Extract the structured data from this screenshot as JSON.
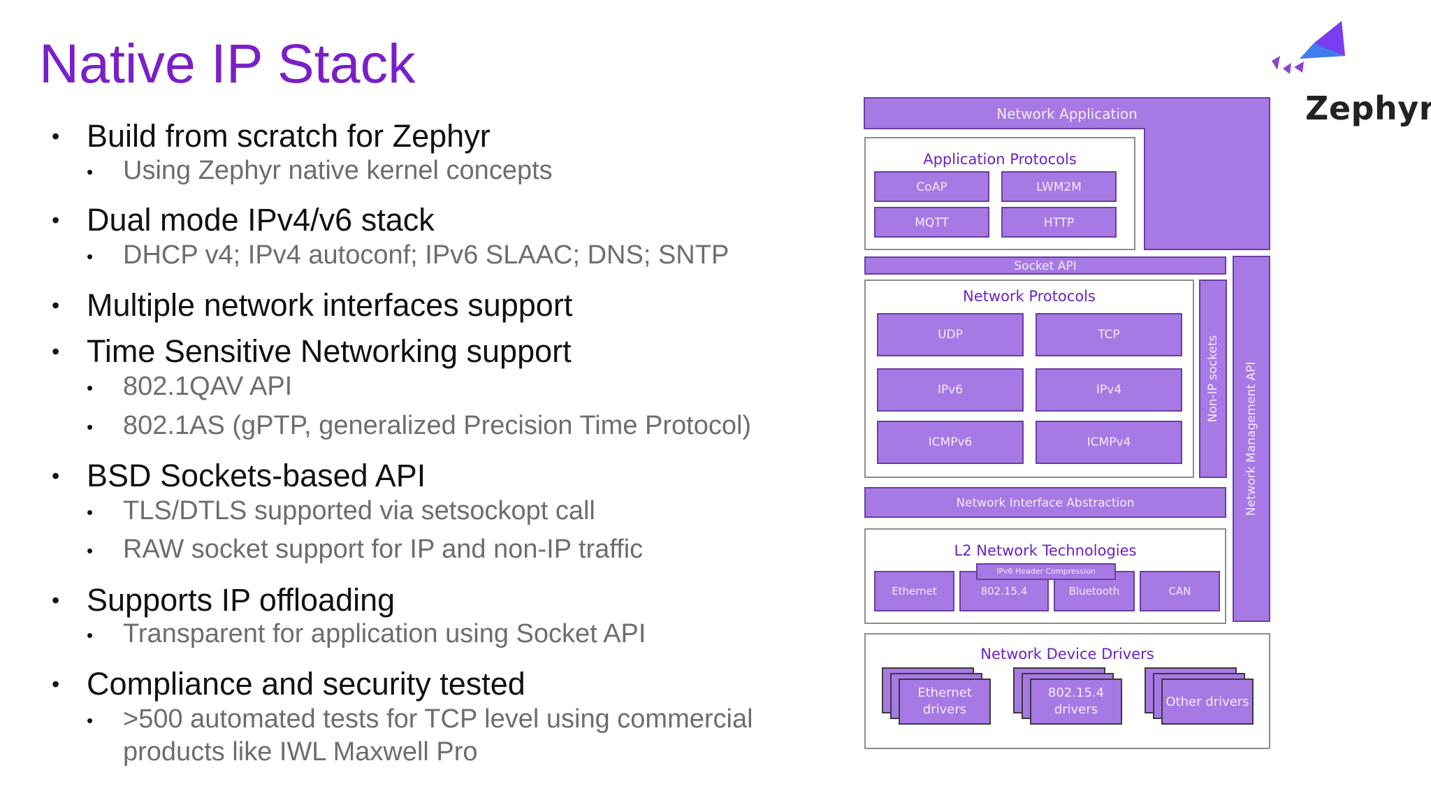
{
  "title": "Native IP Stack",
  "logo": {
    "text": "Zephyr",
    "mark": "®"
  },
  "bullets": [
    {
      "text": "Build from scratch for Zephyr",
      "sub": [
        "Using Zephyr native kernel concepts"
      ]
    },
    {
      "text": "Dual mode IPv4/v6 stack",
      "sub": [
        "DHCP v4; IPv4 autoconf; IPv6 SLAAC; DNS; SNTP"
      ]
    },
    {
      "text": "Multiple network interfaces support",
      "sub": []
    },
    {
      "text": "Time Sensitive Networking support",
      "sub": [
        "802.1QAV API",
        "802.1AS (gPTP, generalized Precision Time Protocol)"
      ]
    },
    {
      "text": "BSD Sockets-based API",
      "sub": [
        "TLS/DTLS supported via setsockopt call",
        "RAW socket support for IP and non-IP traffic"
      ]
    },
    {
      "text": "Supports IP offloading",
      "sub": [
        " Transparent for application using Socket API"
      ]
    },
    {
      "text": "Compliance and security tested",
      "sub": [
        ">500 automated tests for TCP level using commercial",
        "products like IWL Maxwell Pro"
      ]
    }
  ],
  "diagram": {
    "network_application": "Network Application",
    "application_protocols": {
      "title": "Application Protocols",
      "items": [
        "CoAP",
        "LWM2M",
        "MQTT",
        "HTTP"
      ]
    },
    "socket_api": "Socket API",
    "network_protocols": {
      "title": "Network Protocols",
      "items": [
        "UDP",
        "TCP",
        "IPv6",
        "IPv4",
        "ICMPv6",
        "ICMPv4"
      ]
    },
    "non_ip_sockets": "Non-IP sockets",
    "network_management_api": "Network Management API",
    "network_interface_abstraction": "Network Interface Abstraction",
    "l2_network_technologies": {
      "title": "L2 Network Technologies",
      "header_compression": "IPv6 Header Compression",
      "items": [
        "Ethernet",
        "802.15.4",
        "Bluetooth",
        "CAN"
      ]
    },
    "network_device_drivers": {
      "title": "Network Device Drivers",
      "ethernet_drivers": [
        "Ethernet",
        "drivers"
      ],
      "ieee802154_drivers": [
        "802.15.4",
        "drivers"
      ],
      "other_drivers": "Other drivers"
    }
  },
  "colors": {
    "title": "#7a1fc8",
    "box_fill": "#a779e4",
    "box_border": "#6a3fa0",
    "section_title": "#6a22c4"
  }
}
